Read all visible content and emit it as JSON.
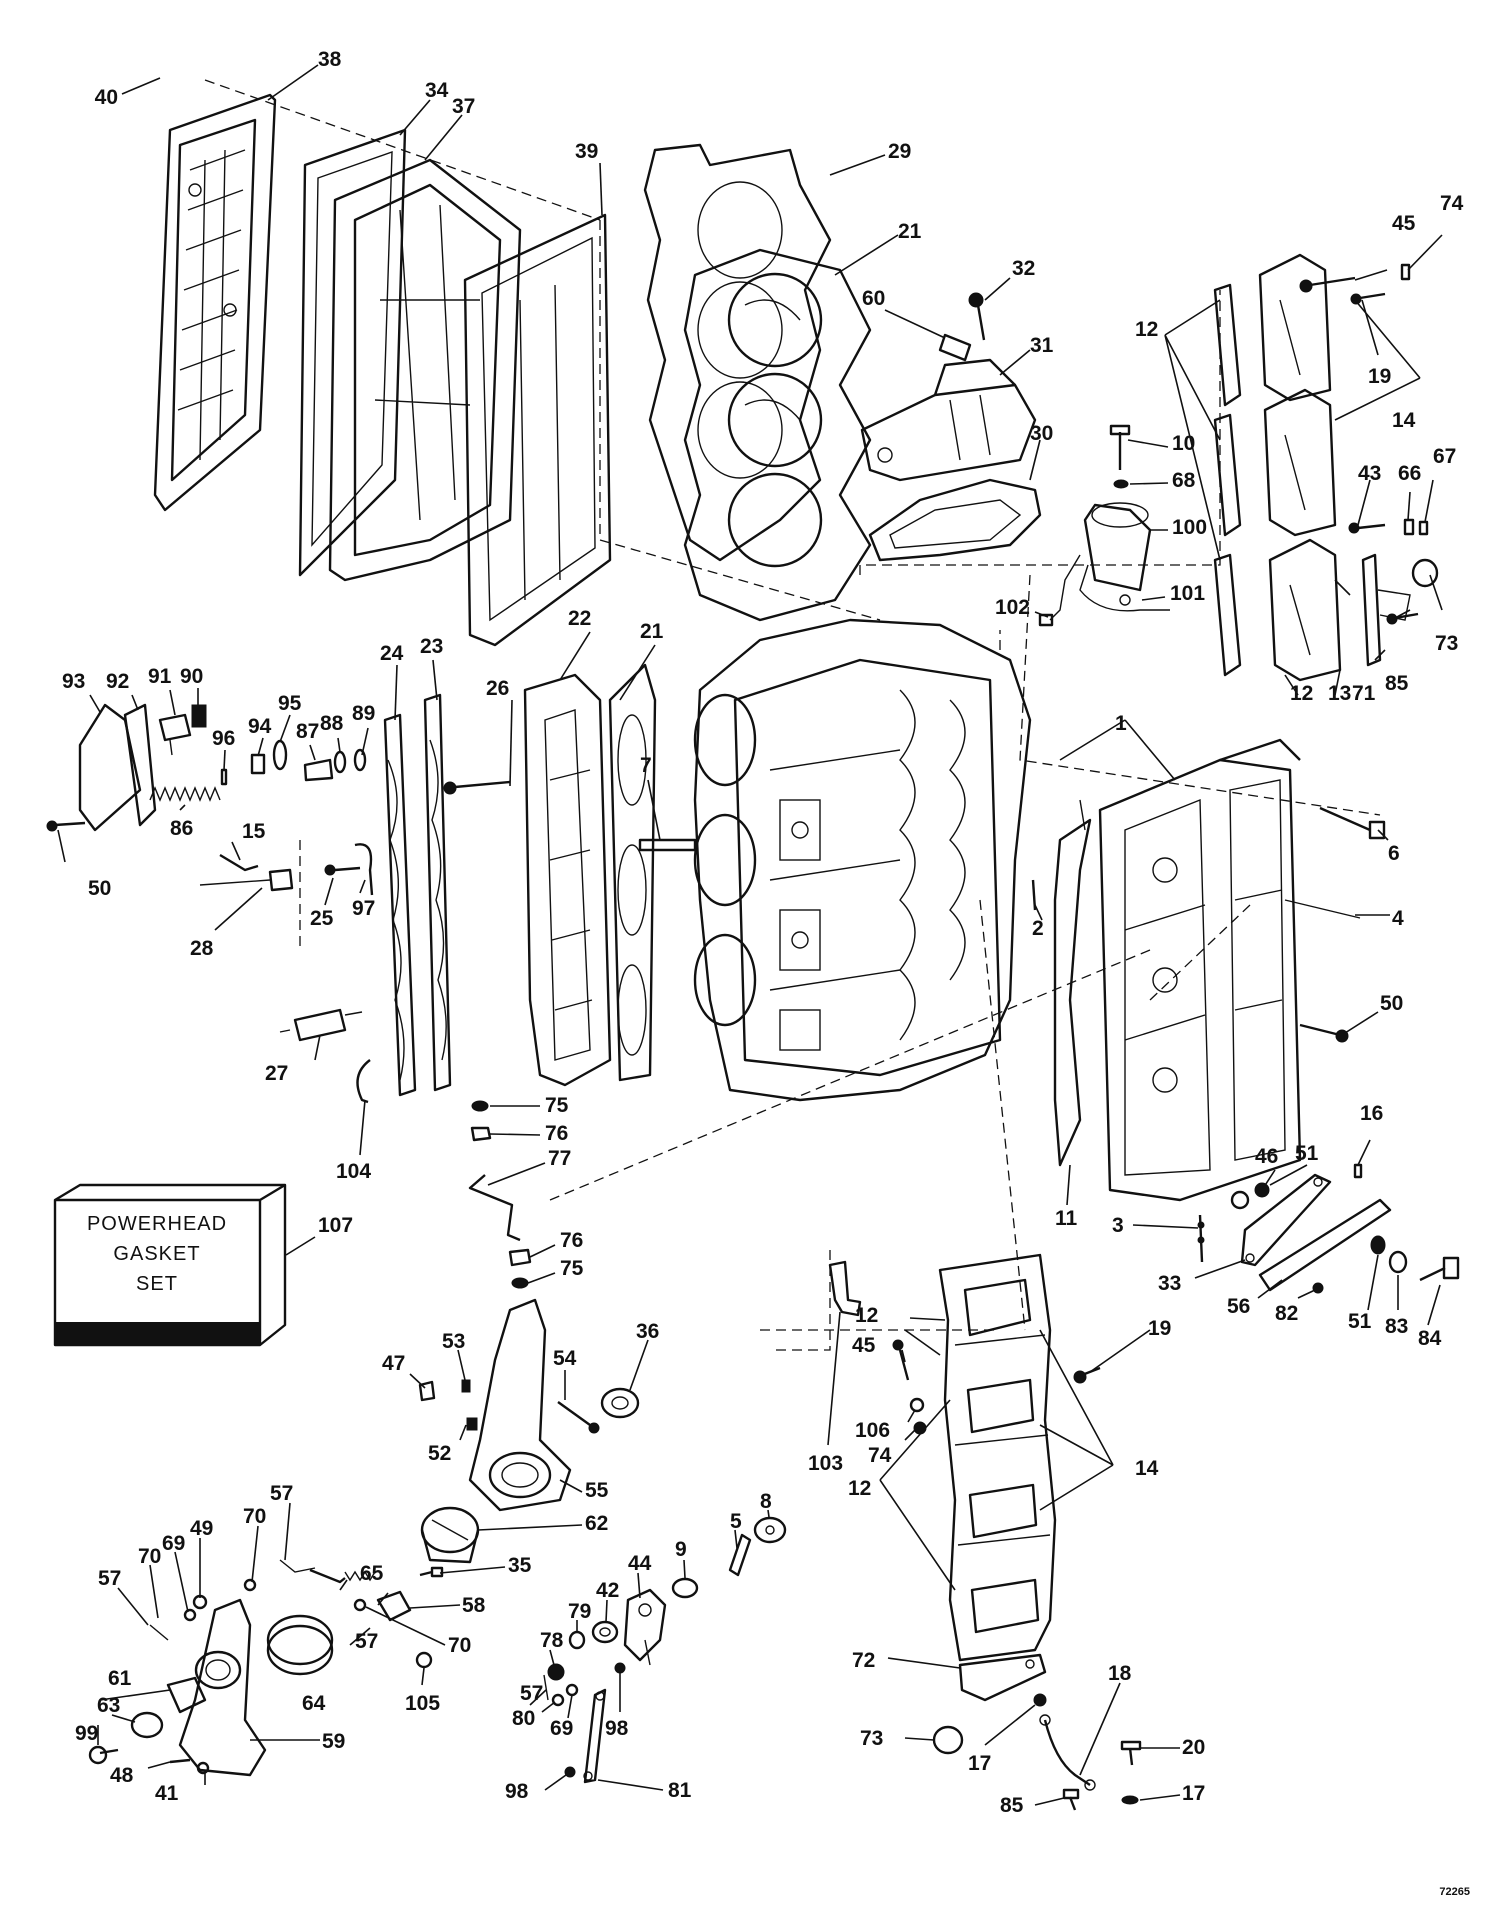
{
  "gasket_set_box": {
    "lines": [
      "POWERHEAD",
      "GASKET",
      "SET"
    ]
  },
  "reference_number": "72265",
  "callouts": [
    "1",
    "2",
    "3",
    "4",
    "5",
    "6",
    "7",
    "8",
    "9",
    "10",
    "11",
    "12",
    "13",
    "14",
    "15",
    "16",
    "17",
    "18",
    "19",
    "20",
    "21",
    "22",
    "23",
    "24",
    "25",
    "26",
    "27",
    "28",
    "29",
    "30",
    "31",
    "32",
    "33",
    "34",
    "35",
    "36",
    "37",
    "38",
    "39",
    "40",
    "41",
    "42",
    "43",
    "44",
    "45",
    "46",
    "47",
    "48",
    "49",
    "50",
    "51",
    "52",
    "53",
    "54",
    "55",
    "56",
    "57",
    "58",
    "59",
    "60",
    "61",
    "62",
    "63",
    "64",
    "65",
    "66",
    "67",
    "68",
    "69",
    "70",
    "71",
    "72",
    "73",
    "74",
    "75",
    "76",
    "77",
    "78",
    "79",
    "80",
    "81",
    "82",
    "83",
    "84",
    "85",
    "86",
    "87",
    "88",
    "89",
    "90",
    "91",
    "92",
    "93",
    "94",
    "95",
    "96",
    "97",
    "98",
    "99",
    "100",
    "101",
    "102",
    "103",
    "104",
    "105",
    "106",
    "107"
  ]
}
